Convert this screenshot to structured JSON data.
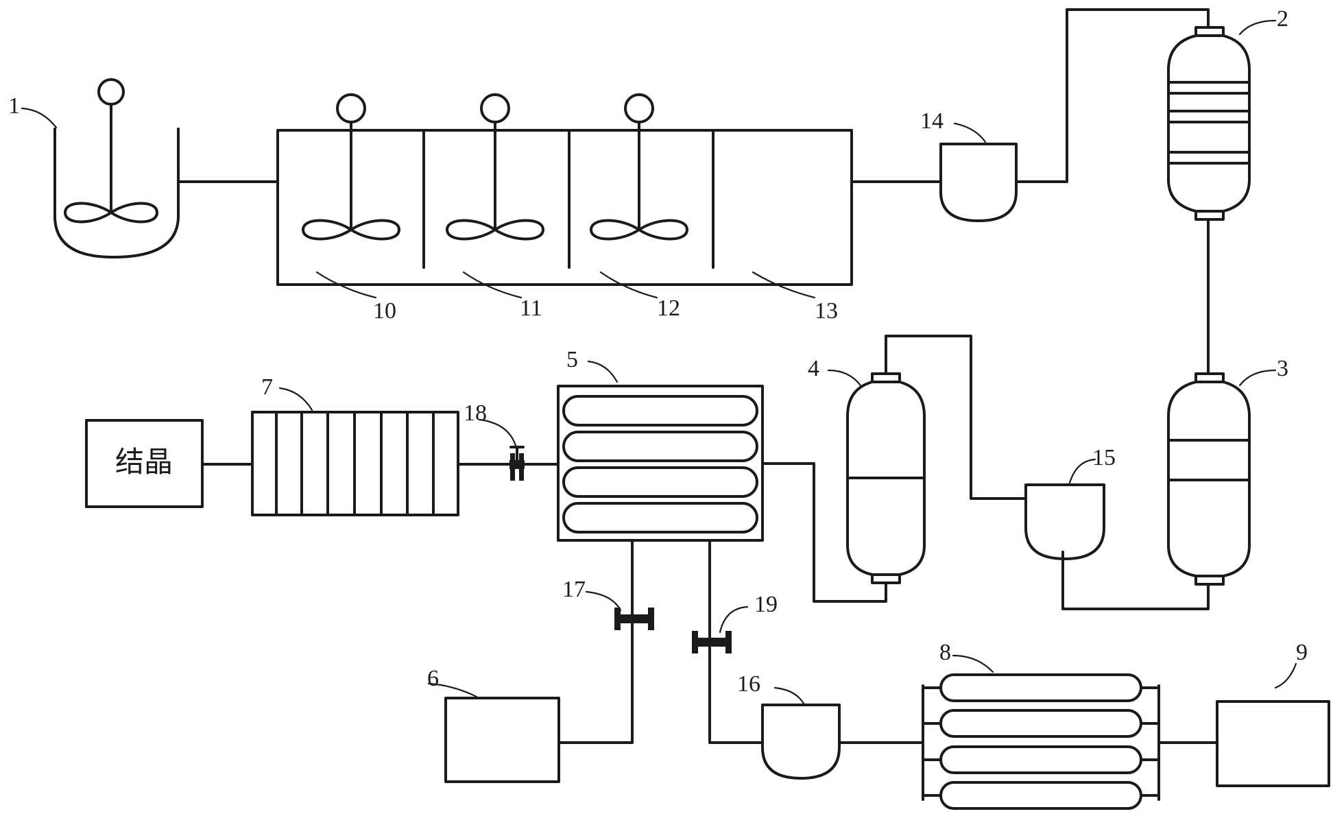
{
  "labels": {
    "n1": "1",
    "n2": "2",
    "n3": "3",
    "n4": "4",
    "n5": "5",
    "n6": "6",
    "n7": "7",
    "n8": "8",
    "n9": "9",
    "n10": "10",
    "n11": "11",
    "n12": "12",
    "n13": "13",
    "n14": "14",
    "n15": "15",
    "n16": "16",
    "n17": "17",
    "n18": "18",
    "n19": "19"
  },
  "crystallization_box": "结晶"
}
